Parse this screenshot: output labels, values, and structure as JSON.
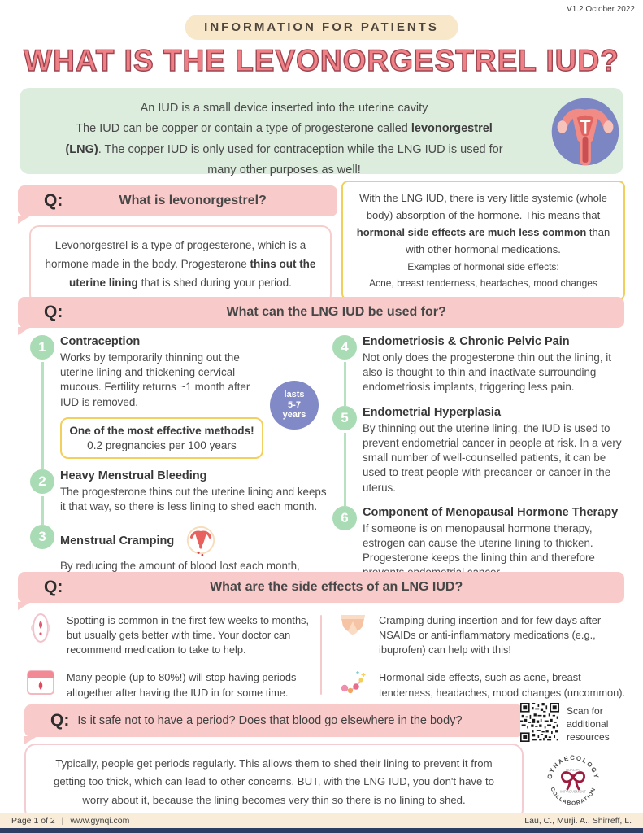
{
  "meta": {
    "version": "V1.2 October 2022"
  },
  "header": {
    "eyebrow": "INFORMATION FOR PATIENTS",
    "title": "WHAT IS THE LEVONORGESTREL IUD?"
  },
  "intro": {
    "line1": "An IUD is a small device inserted into the uterine cavity",
    "line2_pre": "The IUD can be copper or contain a type of progesterone called ",
    "line2_bold": "levonorgestrel (LNG)",
    "line2_post": ". The copper IUD is only used for contraception while the LNG IUD is used for many other purposes as well!"
  },
  "q1": {
    "q": "Q:",
    "question": "What is levonorgestrel?",
    "answer_pre": "Levonorgestrel is a type of progesterone, which is a hormone made in the body. Progesterone ",
    "answer_bold": "thins out the uterine lining",
    "answer_post": " that is shed during your period."
  },
  "sidebox": {
    "pre": "With the LNG IUD, there is very little systemic (whole body) absorption of the hormone. This means that ",
    "bold": "hormonal side effects are much less common",
    "post": " than with other hormonal medications.",
    "examples_label": "Examples of hormonal side effects:",
    "examples": "Acne, breast tenderness, headaches, mood changes"
  },
  "q2": {
    "q": "Q:",
    "question": "What can the LNG IUD be used for?"
  },
  "uses": {
    "badge": {
      "line1": "lasts",
      "line2": "5-7",
      "line3": "years"
    },
    "highlight": {
      "title": "One of the most effective methods!",
      "sub": "0.2 pregnancies per 100 years"
    },
    "items": [
      {
        "num": "1",
        "title": "Contraception",
        "desc": "Works by temporarily thinning out the uterine lining and thickening cervical mucous. Fertility returns ~1 month after IUD is removed."
      },
      {
        "num": "2",
        "title": "Heavy Menstrual Bleeding",
        "desc": "The progesterone thins out the uterine lining and keeps it that way, so there is less lining to shed each month."
      },
      {
        "num": "3",
        "title": "Menstrual Cramping",
        "desc": "By reducing the amount of blood lost each month, there is less inflammation, which results in less pain."
      },
      {
        "num": "4",
        "title": "Endometriosis & Chronic Pelvic Pain",
        "desc": "Not only does the progesterone thin out the lining, it also is thought to thin and inactivate surrounding endometriosis implants, triggering less pain."
      },
      {
        "num": "5",
        "title": "Endometrial Hyperplasia",
        "desc": "By thinning out the uterine lining, the IUD is used to prevent endometrial cancer in people at risk. In a very small number of well-counselled patients, it can be used to treat people with precancer or cancer in the uterus."
      },
      {
        "num": "6",
        "title": "Component of Menopausal Hormone Therapy",
        "desc": "If someone is on menopausal hormone therapy, estrogen can cause the uterine lining to thicken. Progesterone keeps the lining thin and therefore prevents endometrial cancer."
      }
    ]
  },
  "q3": {
    "q": "Q:",
    "question": "What are the side effects of an LNG IUD?"
  },
  "side_effects": [
    {
      "icon": "pad-icon",
      "text": "Spotting is common in the first few weeks to months, but usually gets better with time. Your doctor can recommend medication to take to help."
    },
    {
      "icon": "calendar-icon",
      "text": "Many people (up to 80%!) will stop having periods altogether after having the IUD in for some time."
    },
    {
      "icon": "pelvis-icon",
      "text": "Cramping during insertion and for few days after – NSAIDs or anti-inflammatory medications (e.g., ibuprofen) can help with this!"
    },
    {
      "icon": "hormone-icon",
      "text": "Hormonal side effects, such as acne, breast tenderness, headaches, mood changes (uncommon)."
    }
  ],
  "q4": {
    "q": "Q:",
    "question": "Is it safe not to have a period? Does that blood go elsewhere in the body?",
    "answer": "Typically, people get periods regularly. This allows them to shed their lining to prevent it from getting too thick, which can lead to other concerns. BUT, with the LNG IUD, you don't have to worry about it, because the lining becomes very thin so there is no lining to shed."
  },
  "qr": {
    "label": "Scan for additional resources"
  },
  "logo": {
    "top": "GYNAECOLOGY",
    "bottom": "COLLABORATION",
    "small_top": "QUALITY",
    "small_bottom": "IMPROVEMENT"
  },
  "footer": {
    "page": "Page 1 of 2",
    "sep": "|",
    "site": "www.gynqi.com",
    "authors": "Lau, C., Murji. A., Shirreff, L."
  },
  "colors": {
    "banner_pink": "#f8cbca",
    "title_coral": "#ef8186",
    "title_outline": "#9d4551",
    "intro_green": "#dcecdd",
    "circle_green": "#a9dcb5",
    "badge_purple": "#8189c6",
    "highlight_yellow": "#f0d05a",
    "footer_cream": "#f9edda",
    "footer_navy": "#2c3e64",
    "logo_red": "#9e1b3e"
  }
}
